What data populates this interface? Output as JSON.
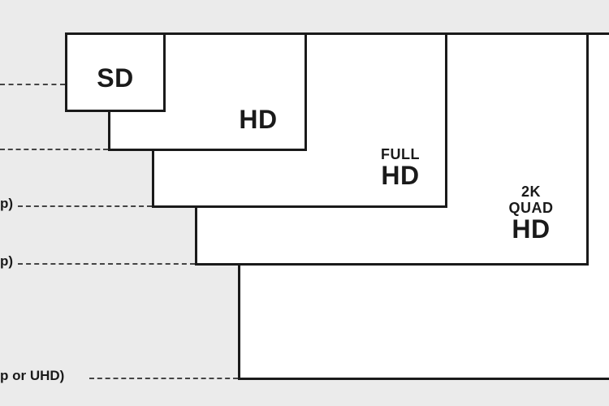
{
  "tiers": {
    "sd": {
      "lines": [
        "SD"
      ]
    },
    "hd": {
      "lines": [
        "HD"
      ]
    },
    "full_hd": {
      "lines": [
        "FULL",
        "HD"
      ]
    },
    "quad_hd": {
      "lines": [
        "2K",
        "QUAD",
        "HD"
      ]
    },
    "uhd": {
      "lines": []
    }
  },
  "side_labels": {
    "full_hd": "p)",
    "quad_hd": "p)",
    "uhd": "p or UHD)"
  },
  "colors": {
    "background": "#ebebeb",
    "box_fill": "#ffffff",
    "stroke": "#1a1a1a"
  }
}
